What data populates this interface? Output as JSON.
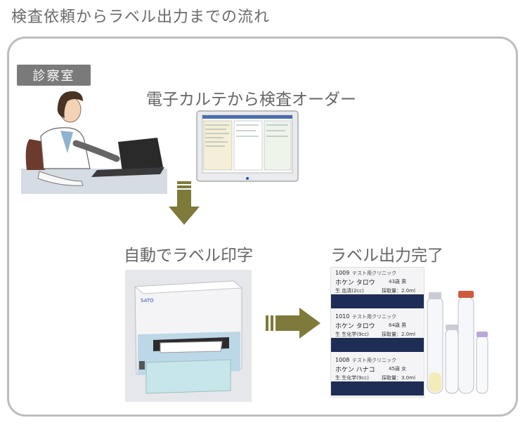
{
  "title": "検査依頼からラベル出力までの流れ",
  "room_label": "診察室",
  "steps": {
    "order": "電子カルテから検査オーダー",
    "print": "自動でラベル印字",
    "done": "ラベル出力完了"
  },
  "printer_brand": "SATO",
  "labels": [
    {
      "num": "1009",
      "clinic": "テスト用クリニック",
      "name": "ホケン タロウ",
      "age": "43歳 男",
      "tube": "生 血清(2cc)",
      "date": "採取量：2.0ml"
    },
    {
      "num": "1010",
      "clinic": "テスト用クリニック",
      "name": "ホケン タロウ",
      "age": "64歳 男",
      "tube": "生 生化学(9cc)",
      "date": "採取量：2.0ml"
    },
    {
      "num": "1008",
      "clinic": "テスト用クリニック",
      "name": "ホケン ハナコ",
      "age": "45歳 女",
      "tube": "生 生化学(9cc)",
      "date": "採取量：3.0ml"
    }
  ],
  "colors": {
    "arrow": "#7d7a3a",
    "frame": "#bdbdbd",
    "label_bar": "#1e2d55"
  }
}
